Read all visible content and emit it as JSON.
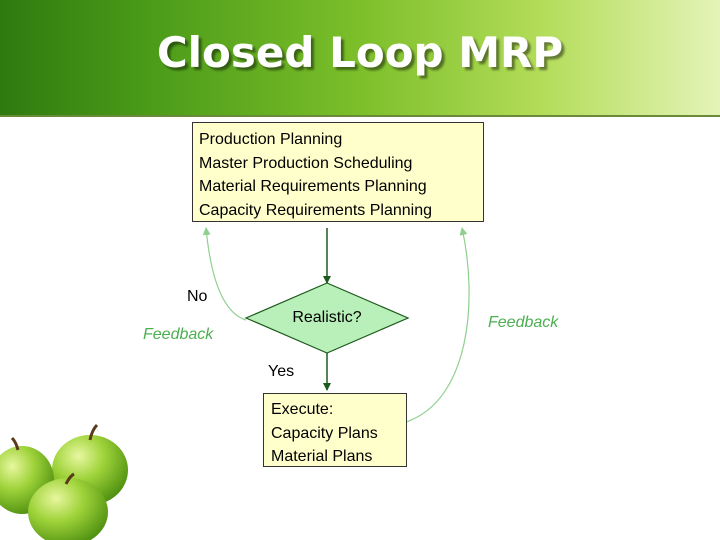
{
  "slide": {
    "title": "Closed Loop MRP"
  },
  "diagram": {
    "top_box": {
      "lines": [
        "Production Planning",
        "Master Production Scheduling",
        "Material Requirements Planning",
        "Capacity Requirements Planning"
      ]
    },
    "decision": {
      "label": "Realistic?"
    },
    "no_label": "No",
    "yes_label": "Yes",
    "feedback_left": "Feedback",
    "feedback_right": "Feedback",
    "bottom_box": {
      "lines": [
        "Execute:",
        "Capacity Plans",
        "Material Plans"
      ]
    },
    "colors": {
      "box_fill": "#ffffcc",
      "diamond_fill": "#b9f0b9",
      "feedback_arrow": "#8fd08f",
      "feedback_text": "#4caf50",
      "arrow": "#1e5a1e"
    }
  }
}
